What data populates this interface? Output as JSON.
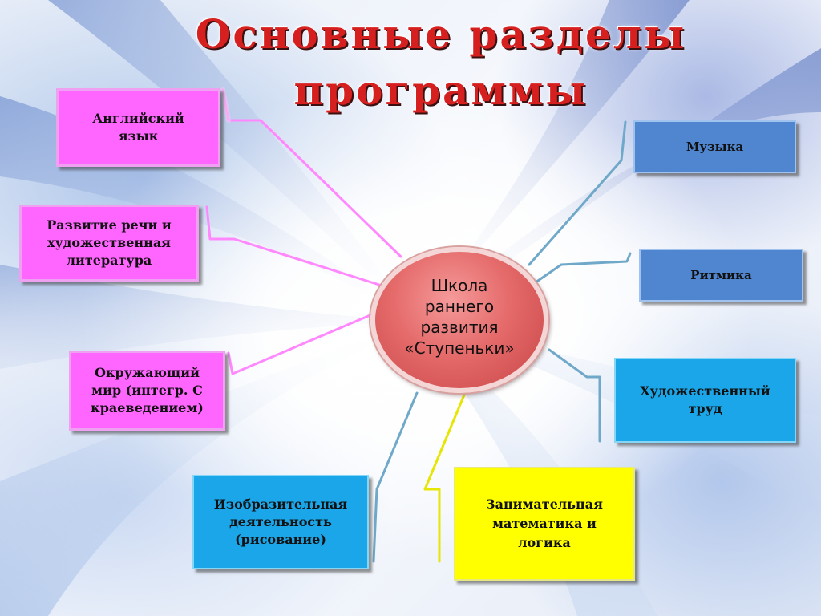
{
  "title": {
    "line1": "Основные разделы",
    "line2": "программы"
  },
  "center": {
    "label": "Школа\nраннего\nразвития\n«Ступеньки»",
    "color": "#e56a6a"
  },
  "sections": [
    {
      "id": "english",
      "label": "Английский\nязык",
      "color": "#ff66ff"
    },
    {
      "id": "speech",
      "label": "Развитие речи и\nхудожественная\nлитература",
      "color": "#ff66ff"
    },
    {
      "id": "world",
      "label": "Окружающий\nмир (интегр. С\nкраеведением)",
      "color": "#ff66ff"
    },
    {
      "id": "drawing",
      "label": "Изобразительная\nдеятельность\n(рисование)",
      "color": "#1aa6e8"
    },
    {
      "id": "math",
      "label": "Занимательная\nматематика и\nлогика",
      "color": "#ffff00"
    },
    {
      "id": "music",
      "label": "Музыка",
      "color": "#4f86cf"
    },
    {
      "id": "rhythm",
      "label": "Ритмика",
      "color": "#4f86cf"
    },
    {
      "id": "craft",
      "label": "Художественный\nтруд",
      "color": "#1aa6e8"
    }
  ],
  "colors": {
    "title": "#d62020",
    "pink_connector": "#ff88ff",
    "blue_connector": "#6fa8c8",
    "yellow_connector": "#e6e600"
  }
}
